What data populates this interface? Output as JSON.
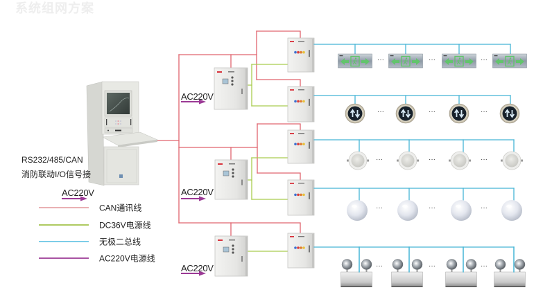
{
  "title": "系统组网方案",
  "colors": {
    "can_line": "#e0646e",
    "dc36v_line": "#a9cc4e",
    "bus_line": "#45b5d5",
    "ac220v_line": "#9b3995"
  },
  "host": {
    "interface_label": "RS232/485/CAN",
    "io_label": "消防联动I/O信号接",
    "power_label": "AC220V"
  },
  "power_supplies": [
    {
      "power_label": "AC220V"
    },
    {
      "power_label": "AC220V"
    },
    {
      "power_label": "AC220V"
    }
  ],
  "branches": [
    {
      "device_icon": "exit-sign-icon",
      "devices_shown": 4,
      "ellipsis": "···"
    },
    {
      "device_icon": "direction-indicator-icon",
      "devices_shown": 4,
      "ellipsis": "···"
    },
    {
      "device_icon": "downlight-icon",
      "devices_shown": 4,
      "ellipsis": "···"
    },
    {
      "device_icon": "ball-light-icon",
      "devices_shown": 4,
      "ellipsis": "···"
    },
    {
      "device_icon": "twin-head-emergency-light-icon",
      "devices_shown": 4,
      "ellipsis": "···"
    }
  ],
  "legend": [
    {
      "label": "CAN通讯线",
      "color": "#e6a5a8"
    },
    {
      "label": "DC36V电源线",
      "color": "#a3c24a"
    },
    {
      "label": "无极二总线",
      "color": "#6ac6e4"
    },
    {
      "label": "AC220V电源线",
      "color": "#9b3995"
    }
  ]
}
